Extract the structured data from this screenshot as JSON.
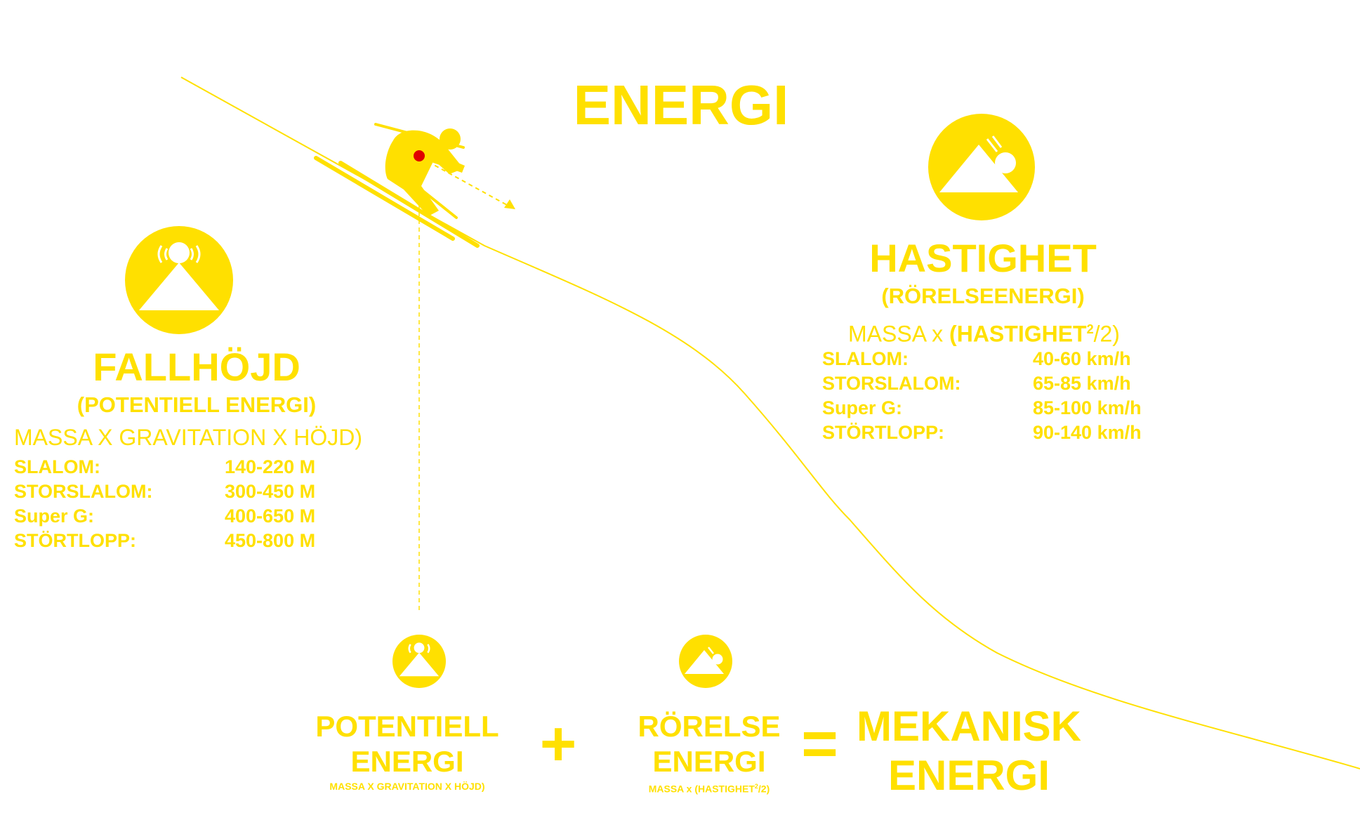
{
  "title": "ENERGI",
  "colors": {
    "accent": "#ffe000",
    "marker": "#e00000",
    "background": "#ffffff"
  },
  "left_panel": {
    "icon": "mountain-with-summit-ball-icon",
    "heading": "FALLHÖJD",
    "subheading": "(POTENTIELL ENERGI)",
    "formula": "MASSA X GRAVITATION X HÖJD)",
    "rows": [
      {
        "label": "SLALOM:",
        "value": "140-220 M"
      },
      {
        "label": "STORSLALOM:",
        "value": "300-450 M"
      },
      {
        "label": "Super G:",
        "value": "400-650 M"
      },
      {
        "label": "STÖRTLOPP:",
        "value": "450-800 M"
      }
    ]
  },
  "right_panel": {
    "icon": "mountain-with-rolling-ball-icon",
    "heading": "HASTIGHET",
    "subheading": "(RÖRELSEENERGI)",
    "formula_prefix": "MASSA x ",
    "formula_bold": "(HASTIGHET",
    "formula_sup": "2",
    "formula_suffix": "/2)",
    "rows": [
      {
        "label": "SLALOM:",
        "value": "40-60 km/h"
      },
      {
        "label": "STORSLALOM:",
        "value": "65-85 km/h"
      },
      {
        "label": "Super G:",
        "value": "85-100 km/h"
      },
      {
        "label": "STÖRTLOPP:",
        "value": "90-140 km/h"
      }
    ]
  },
  "equation": {
    "term1_line1": "POTENTIELL",
    "term1_line2": "ENERGI",
    "term1_formula": "MASSA X GRAVITATION X HÖJD)",
    "plus": "+",
    "term2_line1": "RÖRELSE",
    "term2_line2": "ENERGI",
    "term2_formula_prefix": "MASSA x (HASTIGHET",
    "term2_formula_sup": "2",
    "term2_formula_suffix": "/2)",
    "equals": "=",
    "result_line1": "MEKANISK",
    "result_line2": "ENERGI"
  }
}
